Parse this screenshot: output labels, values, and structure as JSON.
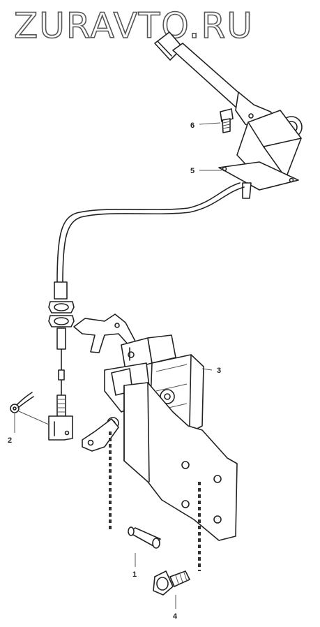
{
  "watermark": "ZURAVTO.RU",
  "callouts": {
    "c1": "1",
    "c2": "2",
    "c3": "3",
    "c4": "4",
    "c5": "5",
    "c6": "6"
  }
}
